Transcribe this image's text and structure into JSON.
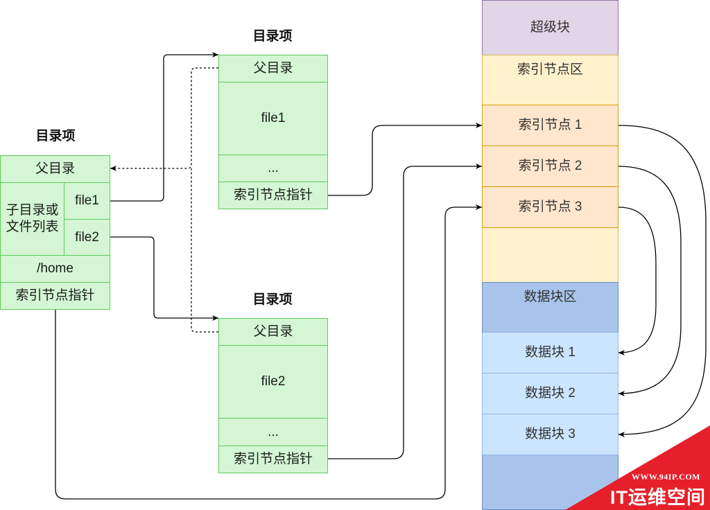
{
  "diagram": {
    "left_entry": {
      "title": "目录项",
      "parent": "父目录",
      "list_label": [
        "子目录或",
        "文件列表"
      ],
      "files": [
        "file1",
        "file2"
      ],
      "name": "/home",
      "inode_pointer": "索引节点指针"
    },
    "top_entry": {
      "title": "目录项",
      "parent": "父目录",
      "content": "file1",
      "ellipsis": "...",
      "inode_pointer": "索引节点指针"
    },
    "bottom_entry": {
      "title": "目录项",
      "parent": "父目录",
      "content": "file2",
      "ellipsis": "...",
      "inode_pointer": "索引节点指针"
    },
    "disk": {
      "superblock": "超级块",
      "inode_area": "索引节点区",
      "inodes": [
        "索引节点 1",
        "索引节点 2",
        "索引节点 3"
      ],
      "data_area": "数据块区",
      "data_blocks": [
        "数据块 1",
        "数据块 2",
        "数据块 3"
      ]
    }
  },
  "watermark": {
    "url": "WWW.94IP.COM",
    "brand": "IT运维空间"
  },
  "colors": {
    "entry_fill": "#d4f6d4",
    "entry_stroke": "#5dc95d",
    "superblock_fill": "#e1d5e7",
    "superblock_stroke": "#9673a6",
    "inode_area_fill": "#fff2cc",
    "inode_area_stroke": "#d6b656",
    "inode_fill": "#ffe6cc",
    "inode_stroke": "#d79b00",
    "data_area_fill": "#a9c4eb",
    "data_area_stroke": "#6c8ebf",
    "data_block_fill": "#cce5ff",
    "data_block_stroke": "#8fb3e6",
    "connector": "#000000",
    "watermark": "#e5202a",
    "watermark_text": "#ffffff"
  }
}
